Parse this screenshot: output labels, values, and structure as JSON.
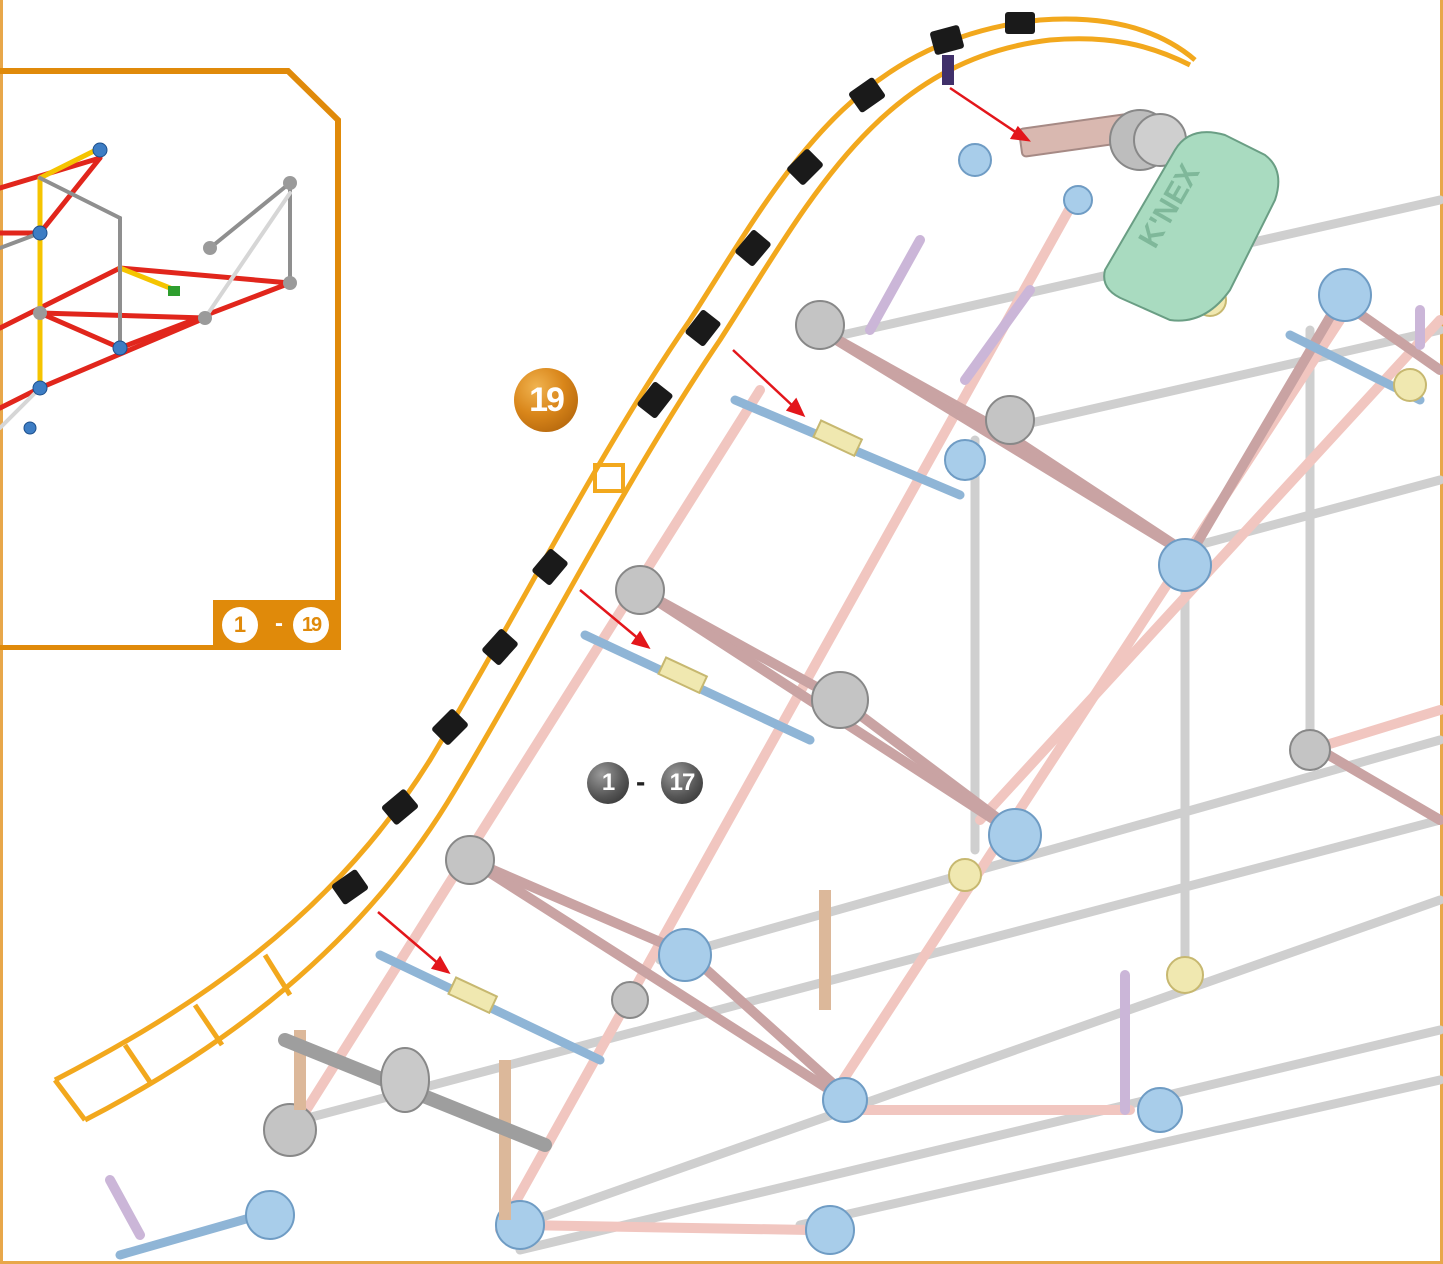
{
  "step": {
    "number": "19"
  },
  "inset": {
    "range_start": "1",
    "range_separator": "-",
    "range_end": "19"
  },
  "subassembly": {
    "range_start": "1",
    "range_separator": "-",
    "range_end": "17"
  },
  "colors": {
    "accent_orange": "#e08a0a",
    "frame_orange": "#e8a74a",
    "track_yellow": "#f2a81d",
    "rod_pink": "#f2c9c4",
    "rod_grey": "#d0d0d0",
    "connector_blue": "#9cc6e8",
    "motor_green": "#a9dbc0",
    "arrow_red": "#e3161b"
  },
  "motor_logo": "K'NEX"
}
